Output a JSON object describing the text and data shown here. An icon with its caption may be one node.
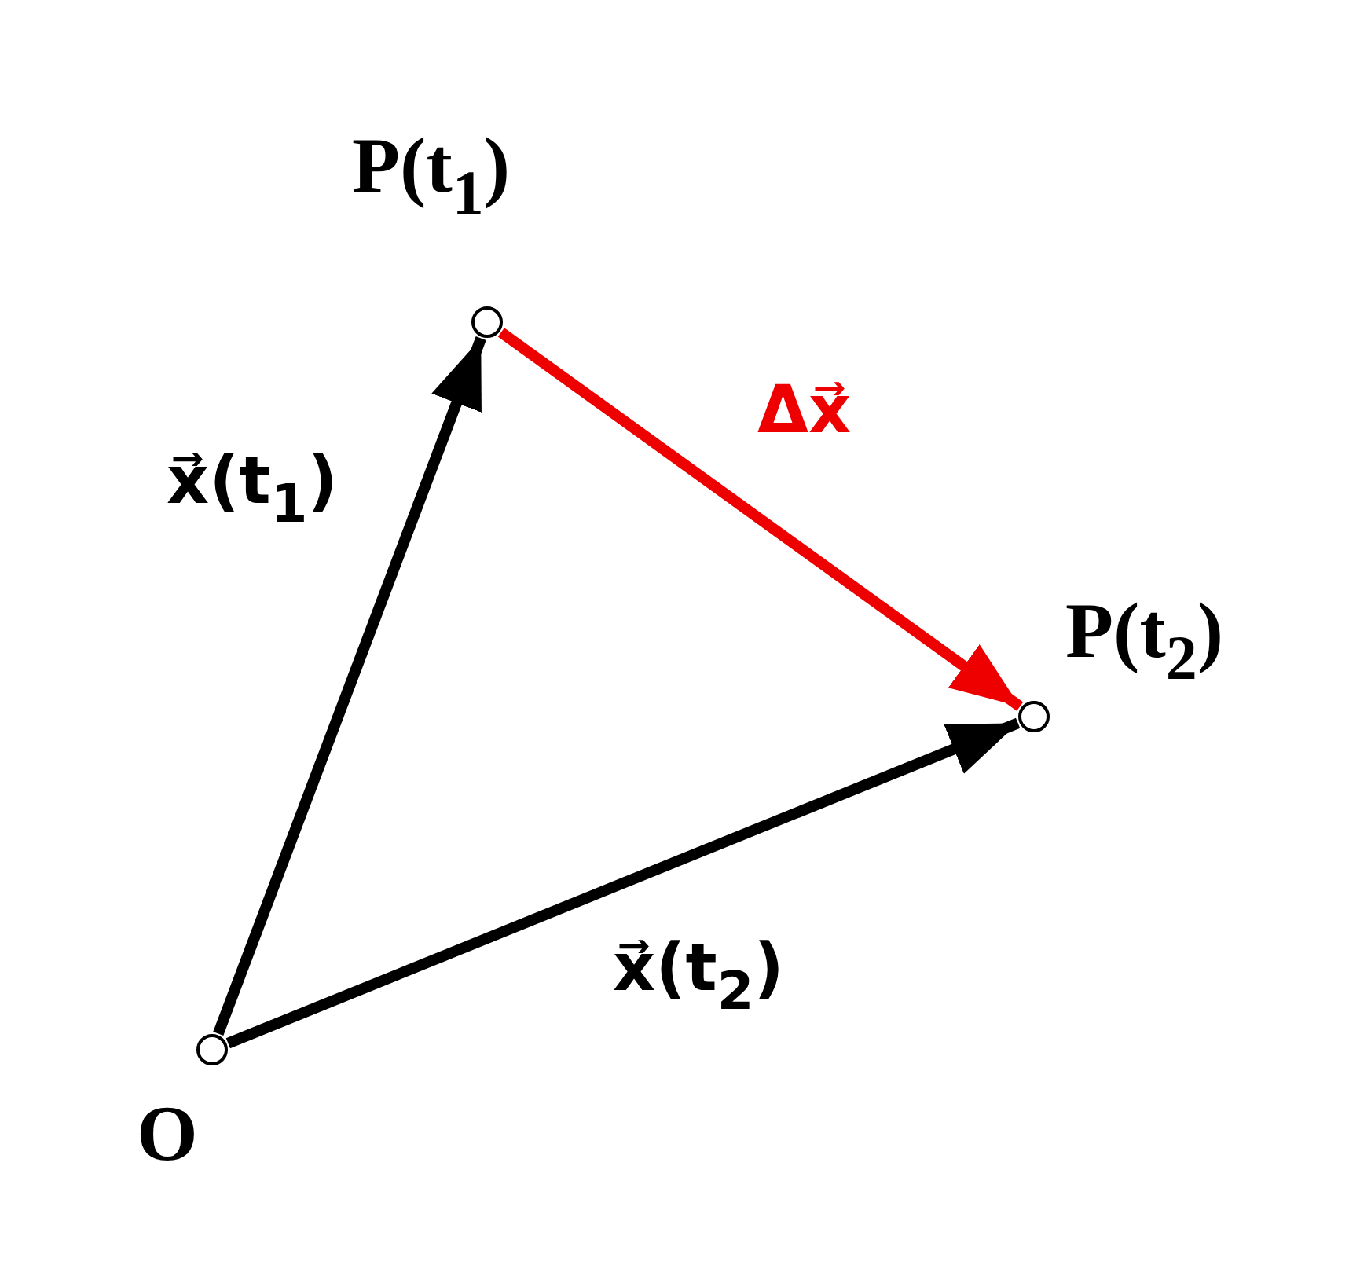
{
  "diagram": {
    "nodes": [
      {
        "text": [
          "O"
        ]
      },
      {
        "text": [
          "P(t$_{1}$)"
        ]
      },
      {
        "text": [
          "P(t$_{2}$)"
        ]
      }
    ],
    "edges": [
      {
        "from": 0,
        "to": 1,
        "arrow": "to",
        "label": "x⃗(t$_{1}$)"
      },
      {
        "from": 0,
        "to": 2,
        "arrow": "to",
        "label": "x⃗(t$_{2}$)"
      },
      {
        "from": 1,
        "to": 2,
        "arrow": "to",
        "label": "Δx⃗",
        "color": "#ee0000"
      }
    ]
  }
}
